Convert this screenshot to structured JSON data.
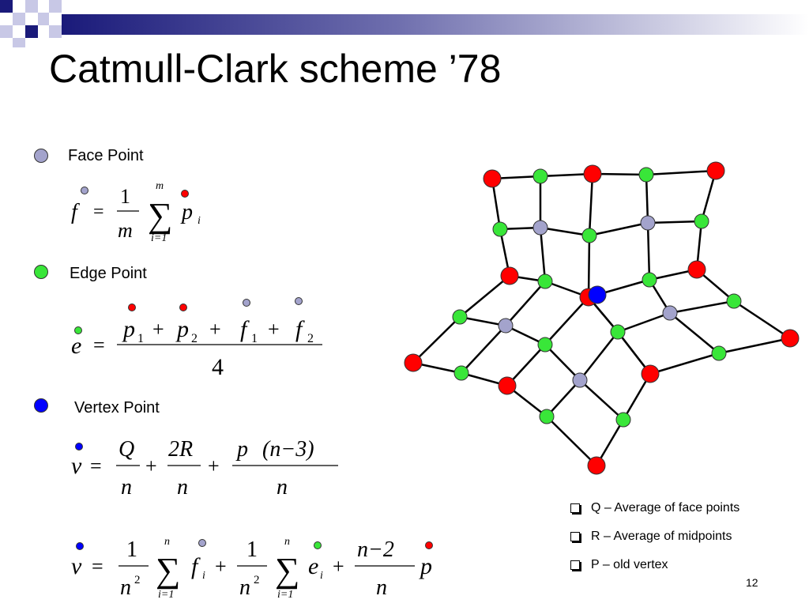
{
  "slide": {
    "title": "Catmull-Clark scheme ’78",
    "page_number": "12"
  },
  "labels": {
    "face_point": "Face Point",
    "edge_point": "Edge Point",
    "vertex_point": "Vertex Point"
  },
  "legend": [
    {
      "text": "Q – Average of face points"
    },
    {
      "text": "R – Average of midpoints"
    },
    {
      "text": "P – old vertex"
    }
  ],
  "formulas": {
    "face": {
      "lhs": "f",
      "eq": "=",
      "num": "1",
      "den": "m",
      "sum_top": "m",
      "sum_bot": "i=1",
      "term": "p",
      "sub": "i"
    },
    "edge": {
      "lhs": "e",
      "eq": "=",
      "p": "p",
      "one": "1",
      "two": "2",
      "f": "f",
      "plus": "+",
      "den": "4"
    },
    "vertex1": {
      "lhs": "v",
      "eq": "=",
      "q": "Q",
      "n": "n",
      "r": "2R",
      "p": "p",
      "nm3": "(n−3)",
      "plus": "+"
    },
    "vertex2": {
      "lhs": "v",
      "eq": "=",
      "one": "1",
      "n": "n",
      "sq": "2",
      "sum_top": "n",
      "sum_bot": "i=1",
      "f": "f",
      "e": "e",
      "i": "i",
      "nm2": "n−2",
      "p": "p",
      "plus": "+"
    }
  },
  "colors": {
    "face_point": "#a3a3cc",
    "edge_point": "#39e639",
    "vertex_point": "#0000ff",
    "old_vertex": "#ff0000",
    "title_bar": "#1a1a7a",
    "accent_square": "#c8c8e6"
  }
}
